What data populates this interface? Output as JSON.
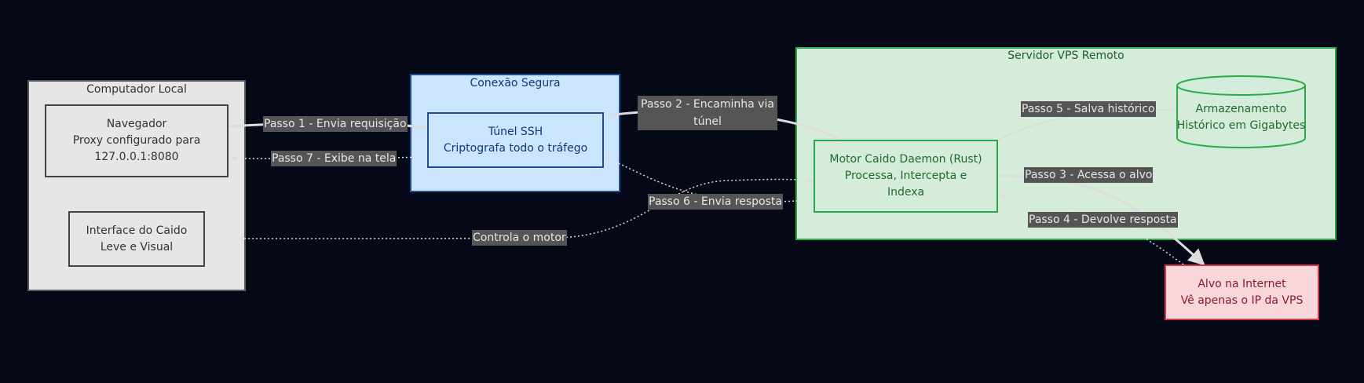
{
  "colors": {
    "background": "#040817",
    "edge": "#dddddd",
    "label_bg": "#555555",
    "local_fill": "#e6e6e6",
    "secure_fill": "#cce5ff",
    "secure_border": "#1f4f8f",
    "vps_fill": "#d4ecd9",
    "vps_border": "#2bab47",
    "target_fill": "#f8d7da",
    "target_border": "#d6384a"
  },
  "clusters": {
    "local": {
      "title": "Computador Local"
    },
    "secure": {
      "title": "Conexão Segura"
    },
    "vps": {
      "title": "Servidor VPS Remoto"
    }
  },
  "nodes": {
    "browser": {
      "line1": "Navegador",
      "line2": "Proxy configurado para",
      "line3": "127.0.0.1:8080"
    },
    "ui": {
      "line1": "Interface do Caido",
      "line2": "Leve e Visual"
    },
    "ssh": {
      "line1": "Túnel SSH",
      "line2": "Criptografa todo o tráfego"
    },
    "motor": {
      "line1": "Motor Caido Daemon (Rust)",
      "line2": "Processa, Intercepta e",
      "line3": "Indexa"
    },
    "storage": {
      "line1": "Armazenamento",
      "line2": "Histórico em Gigabytes"
    },
    "target": {
      "line1": "Alvo na Internet",
      "line2": "Vê apenas o IP da VPS"
    }
  },
  "edges": {
    "step1": "Passo 1 - Envia requisição",
    "step2_line1": "Passo 2 - Encaminha via",
    "step2_line2": "túnel",
    "step3": "Passo 3 - Acessa o alvo",
    "step4": "Passo 4 - Devolve resposta",
    "step5": "Passo 5 - Salva histórico",
    "step6": "Passo 6 - Envia resposta",
    "step7": "Passo 7 - Exibe na tela",
    "control": "Controla o motor"
  }
}
